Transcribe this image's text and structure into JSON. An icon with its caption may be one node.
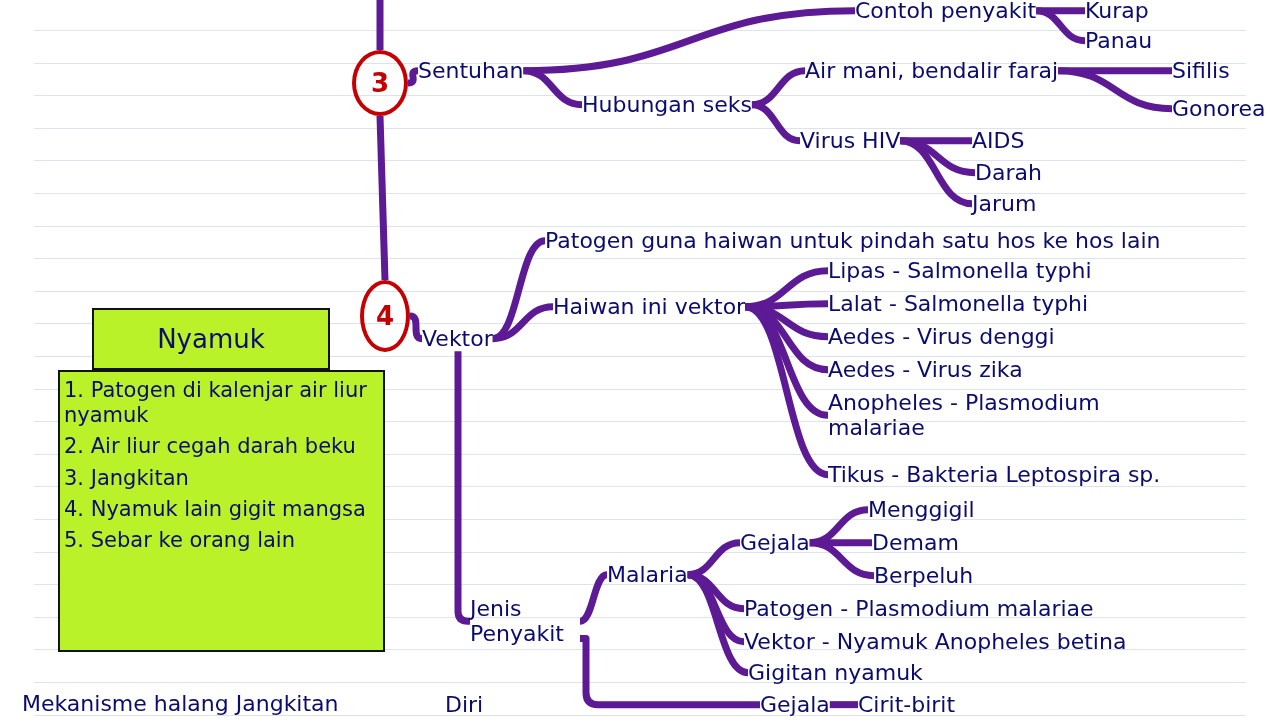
{
  "diagram": {
    "nodes": [
      {
        "text": [
          "3"
        ]
      },
      {
        "text": [
          "Sentuhan"
        ]
      },
      {
        "text": [
          "Contoh penyakit"
        ]
      },
      {
        "text": [
          "Kurap"
        ]
      },
      {
        "text": [
          "Panau"
        ]
      },
      {
        "text": [
          "Hubungan seks"
        ]
      },
      {
        "text": [
          "Air mani, bendalir faraj"
        ]
      },
      {
        "text": [
          "Sifilis"
        ]
      },
      {
        "text": [
          "Gonorea"
        ]
      },
      {
        "text": [
          "Virus HIV"
        ]
      },
      {
        "text": [
          "AIDS"
        ]
      },
      {
        "text": [
          "Darah"
        ]
      },
      {
        "text": [
          "Jarum"
        ]
      },
      {
        "text": [
          "4"
        ]
      },
      {
        "text": [
          "Vektor"
        ]
      },
      {
        "text": [
          "Patogen guna haiwan untuk pindah satu hos ke hos lain"
        ]
      },
      {
        "text": [
          "Haiwan ini vektor"
        ]
      },
      {
        "text": [
          "Lipas - Salmonella typhi"
        ]
      },
      {
        "text": [
          "Lalat - Salmonella typhi"
        ]
      },
      {
        "text": [
          "Aedes - Virus denggi"
        ]
      },
      {
        "text": [
          "Aedes - Virus zika"
        ]
      },
      {
        "text": [
          "Anopheles - Plasmodium malariae"
        ]
      },
      {
        "text": [
          "Tikus - Bakteria Leptospira sp."
        ]
      },
      {
        "text": [
          "Nyamuk"
        ]
      },
      {
        "text": [
          "1. Patogen di kalenjar air liur nyamuk",
          "2. Air liur cegah darah beku",
          "3. Jangkitan",
          "4. Nyamuk lain gigit mangsa",
          "5. Sebar ke orang lain"
        ]
      },
      {
        "text": [
          "Jenis Penyakit"
        ]
      },
      {
        "text": [
          "Malaria"
        ]
      },
      {
        "text": [
          "Gejala"
        ]
      },
      {
        "text": [
          "Menggigil"
        ]
      },
      {
        "text": [
          "Demam"
        ]
      },
      {
        "text": [
          "Berpeluh"
        ]
      },
      {
        "text": [
          "Patogen - Plasmodium malariae"
        ]
      },
      {
        "text": [
          "Vektor - Nyamuk Anopheles betina"
        ]
      },
      {
        "text": [
          "Gigitan nyamuk"
        ]
      },
      {
        "text": [
          "Gejala"
        ]
      },
      {
        "text": [
          "Cirit-birit"
        ]
      },
      {
        "text": [
          "Diri"
        ]
      }
    ],
    "edges": [
      {
        "from": null,
        "to": 0,
        "arrow": "none"
      },
      {
        "from": 0,
        "to": 13,
        "arrow": "none"
      },
      {
        "from": 0,
        "to": 1,
        "arrow": "none"
      },
      {
        "from": 1,
        "to": 2,
        "arrow": "none"
      },
      {
        "from": 2,
        "to": 3,
        "arrow": "none"
      },
      {
        "from": 2,
        "to": 4,
        "arrow": "none"
      },
      {
        "from": 1,
        "to": 5,
        "arrow": "none"
      },
      {
        "from": 5,
        "to": 6,
        "arrow": "none"
      },
      {
        "from": 6,
        "to": 7,
        "arrow": "none"
      },
      {
        "from": 6,
        "to": 8,
        "arrow": "none"
      },
      {
        "from": 5,
        "to": 9,
        "arrow": "none"
      },
      {
        "from": 9,
        "to": 10,
        "arrow": "none"
      },
      {
        "from": 9,
        "to": 11,
        "arrow": "none"
      },
      {
        "from": 9,
        "to": 12,
        "arrow": "none"
      },
      {
        "from": 13,
        "to": 14,
        "arrow": "none"
      },
      {
        "from": 14,
        "to": 15,
        "arrow": "none"
      },
      {
        "from": 14,
        "to": 16,
        "arrow": "none"
      },
      {
        "from": 16,
        "to": 17,
        "arrow": "none"
      },
      {
        "from": 16,
        "to": 18,
        "arrow": "none"
      },
      {
        "from": 16,
        "to": 19,
        "arrow": "none"
      },
      {
        "from": 16,
        "to": 20,
        "arrow": "none"
      },
      {
        "from": 16,
        "to": 21,
        "arrow": "none"
      },
      {
        "from": 16,
        "to": 22,
        "arrow": "none"
      },
      {
        "from": 14,
        "to": 25,
        "arrow": "none"
      },
      {
        "from": 25,
        "to": 26,
        "arrow": "none"
      },
      {
        "from": 26,
        "to": 27,
        "arrow": "none"
      },
      {
        "from": 27,
        "to": 28,
        "arrow": "none"
      },
      {
        "from": 27,
        "to": 29,
        "arrow": "none"
      },
      {
        "from": 27,
        "to": 30,
        "arrow": "none"
      },
      {
        "from": 26,
        "to": 31,
        "arrow": "none"
      },
      {
        "from": 26,
        "to": 32,
        "arrow": "none"
      },
      {
        "from": 26,
        "to": 33,
        "arrow": "none"
      },
      {
        "from": 25,
        "to": 34,
        "arrow": "none"
      },
      {
        "from": 34,
        "to": 35,
        "arrow": "none"
      }
    ],
    "labels": [
      "Mekanisme halang Jangkitan"
    ]
  }
}
